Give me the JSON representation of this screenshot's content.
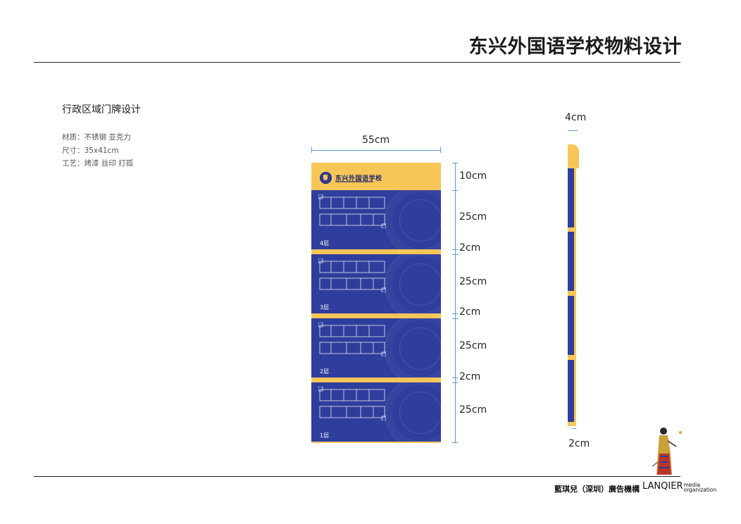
{
  "header": {
    "title": "东兴外国语学校物料设计"
  },
  "section": {
    "title": "行政区域门牌设计",
    "specs": {
      "material": "材质：不锈钢  亚克力",
      "size": "尺寸：35x41cm",
      "process": "工艺：烤漆  丝印  打孤"
    }
  },
  "sign": {
    "school_name": "东兴外国语学校",
    "floors": [
      "4层",
      "3层",
      "2层",
      "1层"
    ]
  },
  "dimensions": {
    "width": "55cm",
    "header": "10cm",
    "panel": "25cm",
    "gap": "2cm",
    "side_depth": "4cm",
    "side_gap": "2cm"
  },
  "footer": {
    "company": "藍琪兒（深圳）廣告機構",
    "brand_main": "LANQIER",
    "brand_sub_1": "media",
    "brand_sub_2": "organization"
  },
  "colors": {
    "panel_blue": "#2f3d9c",
    "accent_yellow": "#f6c657",
    "dimension_line": "#5a9bd8"
  }
}
